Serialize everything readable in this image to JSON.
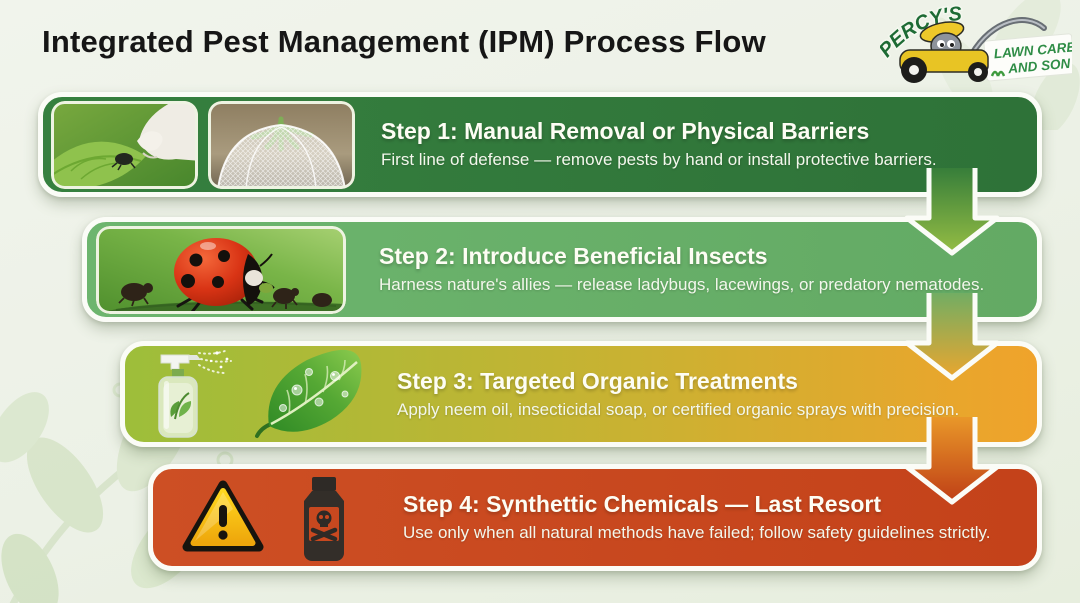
{
  "page": {
    "title": "Integrated Pest Management (IPM) Process Flow"
  },
  "logo": {
    "brand_name": "PERCY'S",
    "banner_line1": "LAWN CARE",
    "banner_line2": "AND SON",
    "icon": "cartoon-lawn-mower-icon",
    "text_color": "#1d6b34"
  },
  "steps": [
    {
      "heading": "Step 1: Manual Removal or Physical Barriers",
      "description": "First line of defense — remove pests by hand or install protective barriers.",
      "banner_color": "#337a3e",
      "images": [
        "hand-removing-pest-photo",
        "mesh-barrier-photo"
      ]
    },
    {
      "heading": "Step 2: Introduce Beneficial Insects",
      "description": "Harness nature's allies — release ladybugs, lacewings, or predatory nematodes.",
      "banner_color": "#6ab26b",
      "images": [
        "ladybug-aphids-photo"
      ]
    },
    {
      "heading": "Step 3: Targeted Organic Treatments",
      "description": "Apply neem oil, insecticidal soap, or certified organic sprays with precision.",
      "banner_color_start": "#9dbe3a",
      "banner_color_end": "#f0a32b",
      "images": [
        "spray-bottle-illustration",
        "leaf-droplets-illustration"
      ]
    },
    {
      "heading": "Step 4: Synthettic Chemicals — Last Resort",
      "description": "Use only when all natural methods have failed; follow safety guidelines strictly.",
      "banner_color": "#c8481f",
      "images": [
        "warning-triangle-icon",
        "poison-bottle-icon"
      ]
    }
  ],
  "flow": {
    "arrow_icon": "down-arrow-icon",
    "arrow_colors": [
      {
        "from": "#2e7839",
        "to": "#95bd44"
      },
      {
        "from": "#67ae68",
        "to": "#eaa62f"
      },
      {
        "from": "#eda02b",
        "to": "#bf3f16"
      }
    ]
  },
  "colors": {
    "background": "#edf1e9",
    "title_text": "#161616",
    "banner_border": "#fbfcf7",
    "step_text": "#fdfdf4"
  }
}
